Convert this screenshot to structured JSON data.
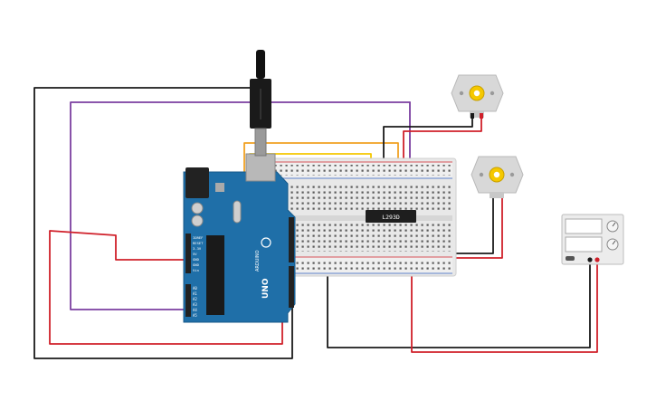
{
  "components": {
    "arduino": {
      "name": "Arduino Uno",
      "model_label": "UNO",
      "brand_label": "ARDUINO",
      "power_labels": [
        "IOREF",
        "RESET",
        "3.3V",
        "5V",
        "GND",
        "GND",
        "Vin"
      ],
      "analog_labels": [
        "A0",
        "A1",
        "A2",
        "A3",
        "A4",
        "A5"
      ],
      "colors": {
        "board": "#1f6fa8",
        "header": "#222222"
      }
    },
    "breadboard": {
      "name": "Breadboard"
    },
    "driver_ic": {
      "name": "L293D driver",
      "label": "L293D"
    },
    "motor_1": {
      "name": "DC motor 1"
    },
    "motor_2": {
      "name": "DC motor 2"
    },
    "power_supply": {
      "name": "DC power supply"
    },
    "usb_cable": {
      "name": "USB cable"
    }
  },
  "wire_colors": {
    "black": "#1a1a1a",
    "red": "#d0202a",
    "purple": "#7b3fa0",
    "orange": "#f0a020",
    "yellow": "#f5c800",
    "magenta": "#c0309a",
    "lightblue": "#8ec8e8"
  }
}
